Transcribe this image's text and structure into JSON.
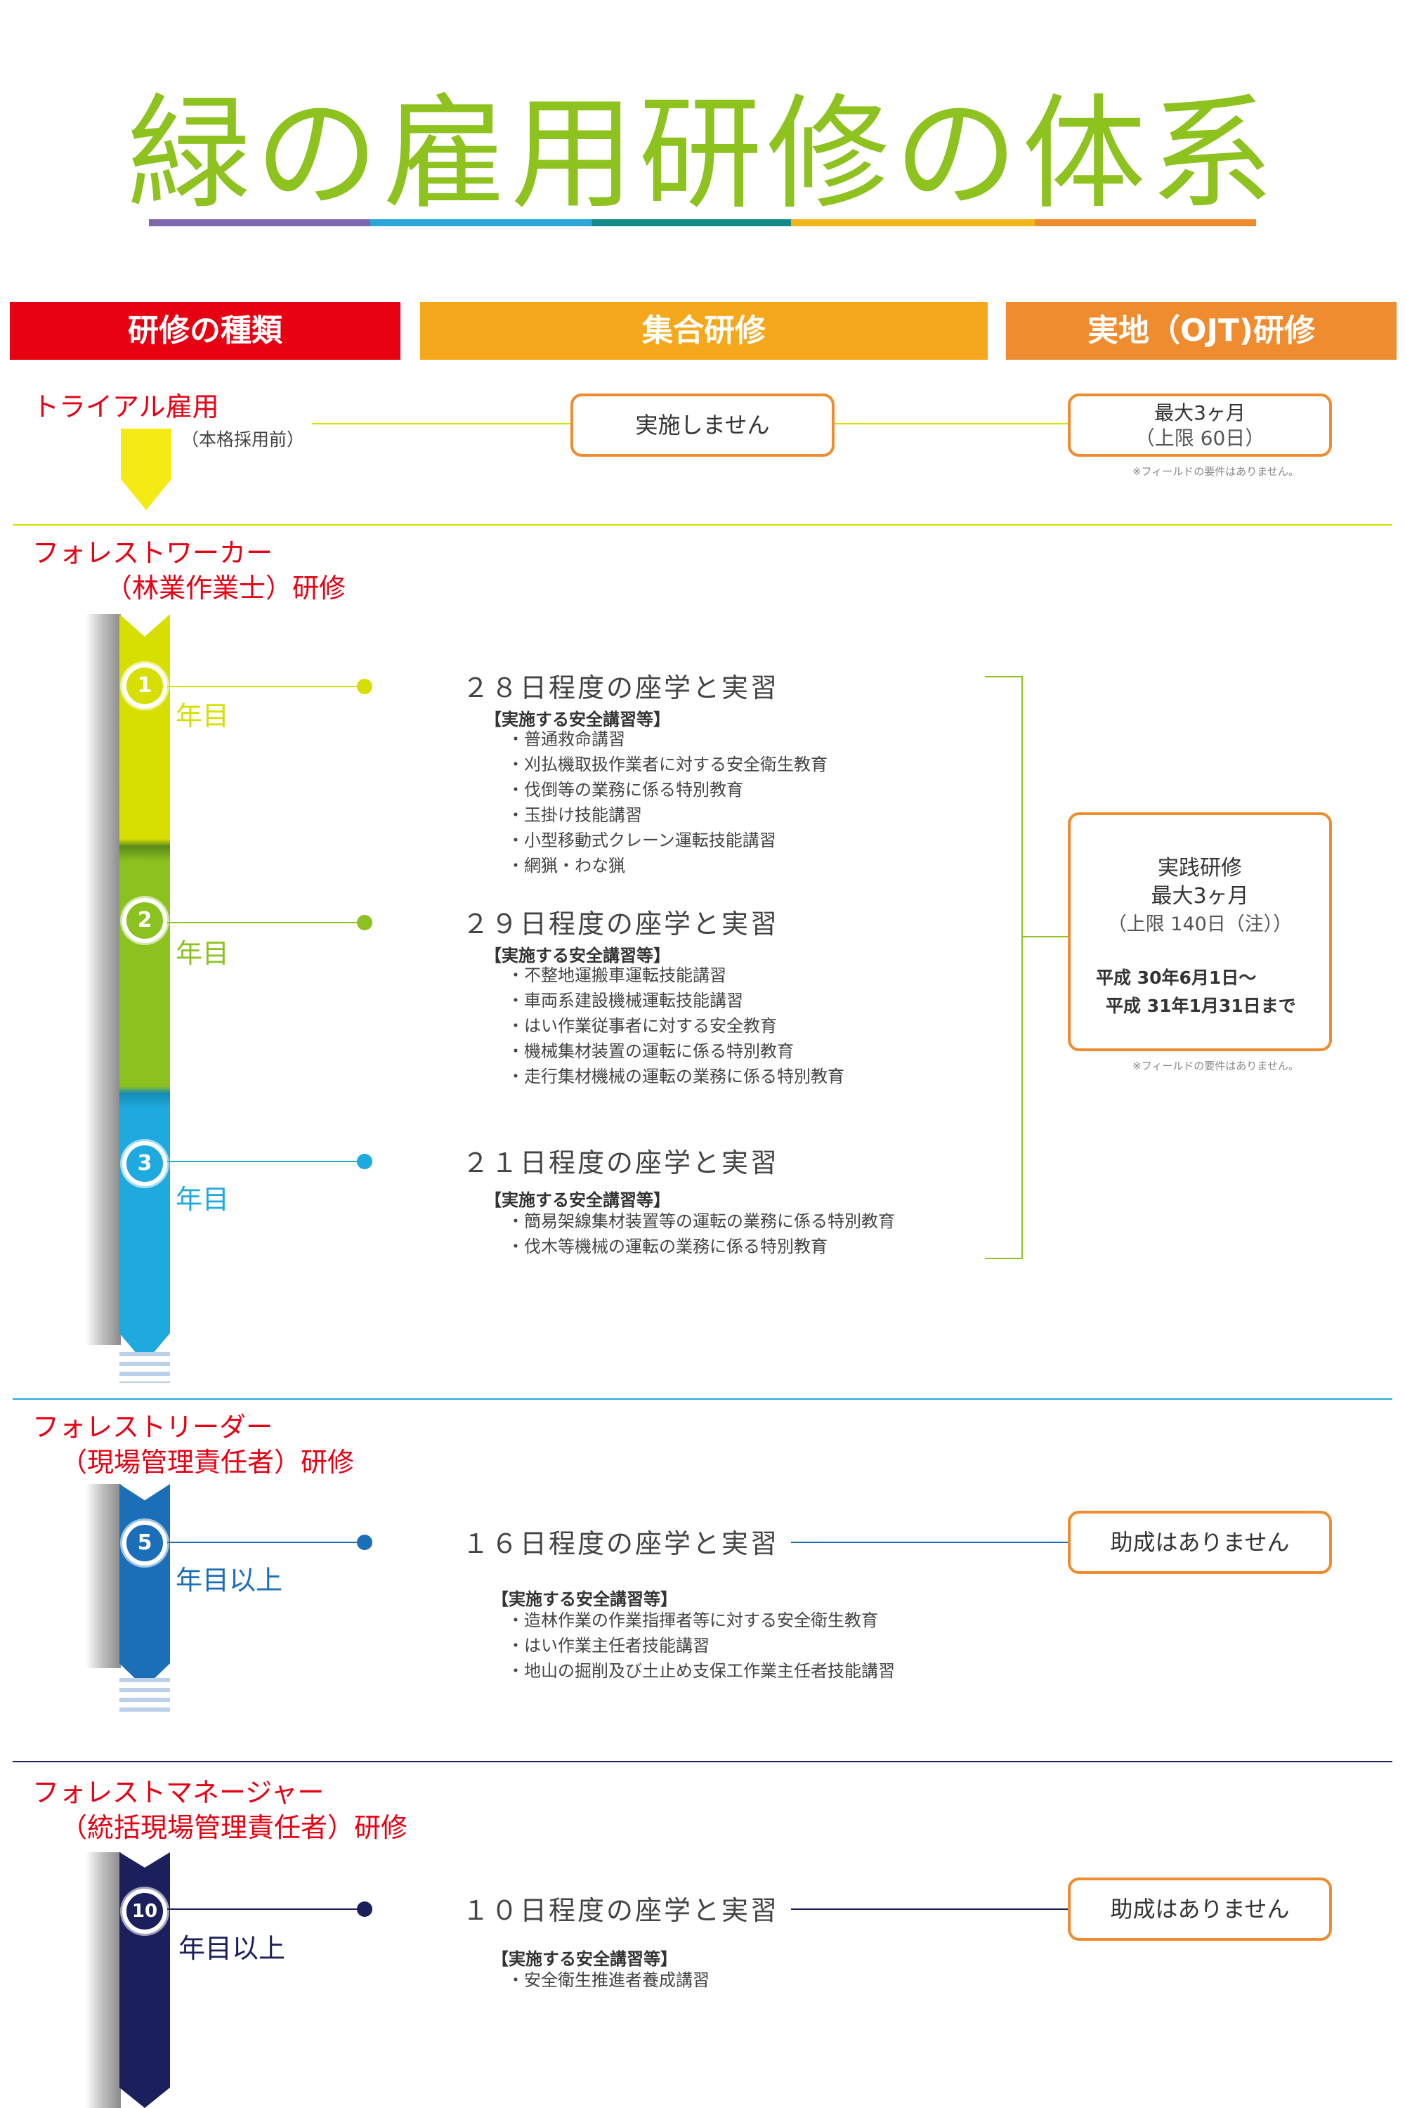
{
  "title": "緑の雇用研修の体系",
  "headers": {
    "types": "研修の種類",
    "group": "集合研修",
    "ojt": "実地（OJT)研修"
  },
  "trial": {
    "label": "トライアル雇用",
    "sub": "（本格採用前）",
    "group_box": "実施しません",
    "ojt_line1": "最大3ヶ月",
    "ojt_line2": "（上限 60日）",
    "note": "※フィールドの要件はありません。"
  },
  "worker": {
    "title1": "フォレストワーカー",
    "title2": "（林業作業士）研修",
    "years": [
      {
        "num": "1",
        "label": "年目",
        "course": "２８日程度の座学と実習",
        "sub": "【実施する安全講習等】",
        "items": [
          "・普通救命講習",
          "・刈払機取扱作業者に対する安全衛生教育",
          "・伐倒等の業務に係る特別教育",
          "・玉掛け技能講習",
          "・小型移動式クレーン運転技能講習",
          "・網猟・わな猟"
        ]
      },
      {
        "num": "2",
        "label": "年目",
        "course": "２９日程度の座学と実習",
        "sub": "【実施する安全講習等】",
        "items": [
          "・不整地運搬車運転技能講習",
          "・車両系建設機械運転技能講習",
          "・はい作業従事者に対する安全教育",
          "・機械集材装置の運転に係る特別教育",
          "・走行集材機械の運転の業務に係る特別教育"
        ]
      },
      {
        "num": "3",
        "label": "年目",
        "course": "２１日程度の座学と実習",
        "sub": "【実施する安全講習等】",
        "items": [
          "・簡易架線集材装置等の運転の業務に係る特別教育",
          "・伐木等機械の運転の業務に係る特別教育"
        ]
      }
    ],
    "ojt": {
      "line1": "実践研修",
      "line2": "最大3ヶ月",
      "line3": "（上限 140日（注））",
      "line4": "平成 30年6月1日～",
      "line5": "平成 31年1月31日まで",
      "note": "※フィールドの要件はありません。"
    }
  },
  "leader": {
    "title1": "フォレストリーダー",
    "title2": "（現場管理責任者）研修",
    "num": "5",
    "label": "年目以上",
    "course": "１６日程度の座学と実習",
    "sub": "【実施する安全講習等】",
    "items": [
      "・造林作業の作業指揮者等に対する安全衛生教育",
      "・はい作業主任者技能講習",
      "・地山の掘削及び土止め支保工作業主任者技能講習"
    ],
    "ojt": "助成はありません"
  },
  "manager": {
    "title1": "フォレストマネージャー",
    "title2": "（統括現場管理責任者）研修",
    "num": "10",
    "label": "年目以上",
    "course": "１０日程度の座学と実習",
    "sub": "【実施する安全講習等】",
    "items": [
      "・安全衛生推進者養成講習"
    ],
    "ojt": "助成はありません"
  },
  "colors": {
    "title": "#8dc21f",
    "red": "#e60012",
    "orange": "#f08c30",
    "yellow_hdr": "#f5a81c",
    "year1": "#d7df01",
    "year2": "#8cc21f",
    "year3": "#1eaadf",
    "leader": "#1b6fb9",
    "manager": "#1b1f5c"
  }
}
